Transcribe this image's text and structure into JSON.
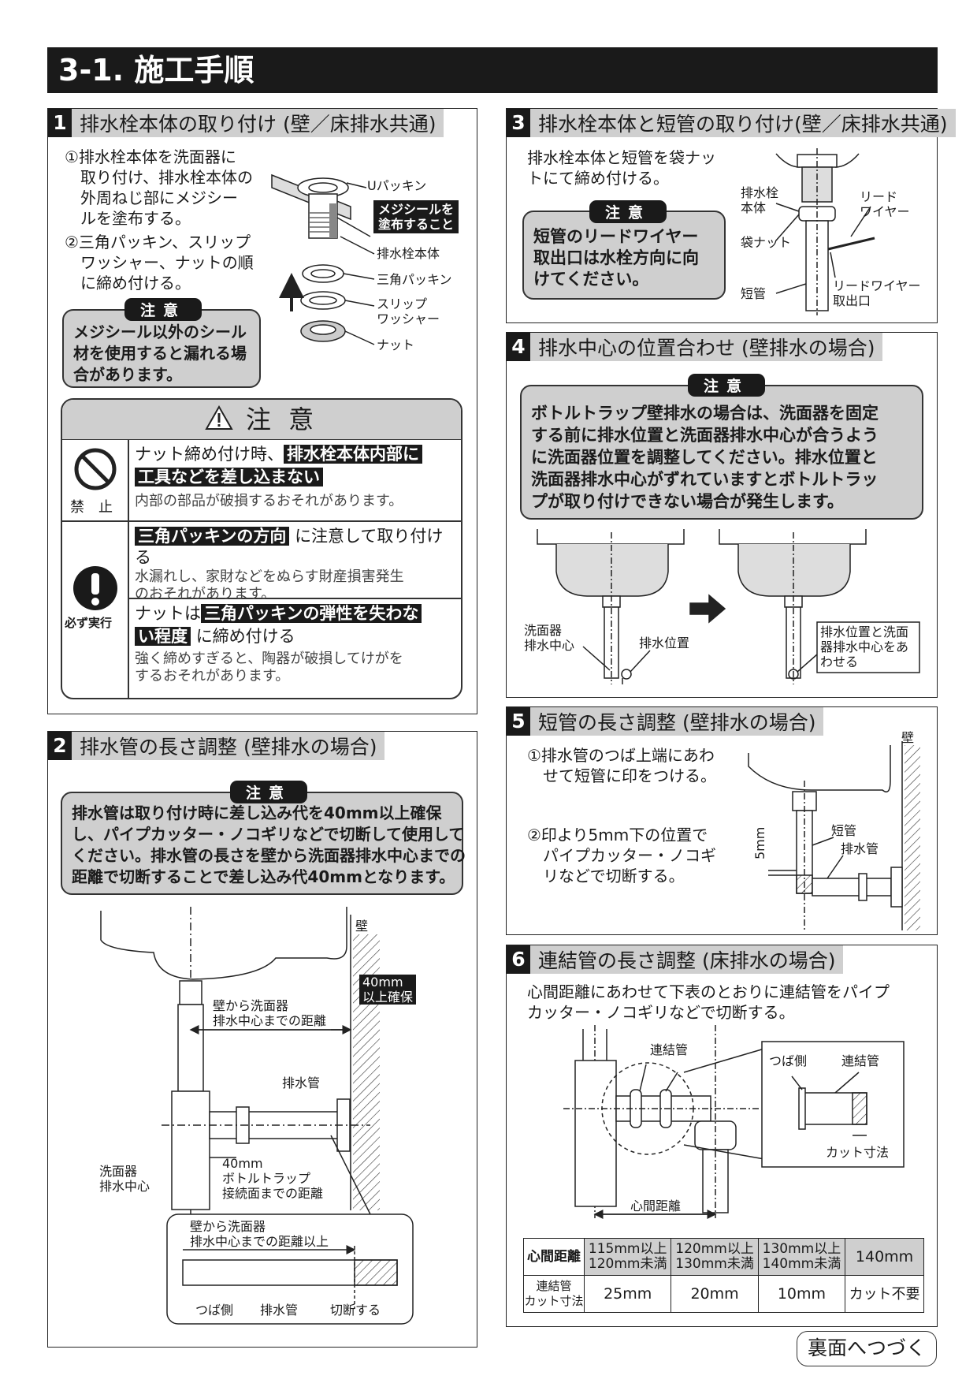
{
  "page_title": "3-1. 施工手順",
  "sections": {
    "s1": {
      "num": "1",
      "title": "排水栓本体の取り付け (壁／床排水共通)",
      "step1": "①排水栓本体を洗面器に\n　取り付け、排水栓本体の\n　外周ねじ部にメジシー\n　ルを塗布する。",
      "step2": "②三角パッキン、スリップ\n　ワッシャー、ナットの順\n　に締め付ける。",
      "note_label": "注意",
      "note_text": "メジシール以外のシール\n材を使用すると漏れる場\n合があります。",
      "labels": {
        "u_packing": "Uパッキン",
        "mejiseal": "メジシールを\n塗布すること",
        "drain_body": "排水栓本体",
        "triangle_packing": "三角パッキン",
        "slip_washer": "スリップ\nワッシャー",
        "nut": "ナット"
      },
      "caution": {
        "title": "注 意",
        "prohibit_label": "禁　止",
        "must_label": "必ず実行",
        "row1_a": "ナット締め付け時、",
        "row1_b": "排水栓本体内部に",
        "row1_c": "工具などを差し込まない",
        "row1_sub": "内部の部品が破損するおそれがあります。",
        "row2_a": "三角パッキンの方向",
        "row2_b": "に注意して取り付ける",
        "row2_sub": "水漏れし、家財などをぬらす財産損害発生\nのおそれがあります。",
        "row3_a": "ナットは",
        "row3_b": "三角パッキンの弾性を失わな",
        "row3_c": "い程度",
        "row3_d": "に締め付ける",
        "row3_sub": "強く締めすぎると、陶器が破損してけがを\nするおそれがあります。"
      }
    },
    "s2": {
      "num": "2",
      "title": "排水管の長さ調整 (壁排水の場合)",
      "note_label": "注意",
      "note_text": "排水管は取り付け時に差し込み代を40mm以上確保\nし、パイプカッター・ノコギリなどで切断して使用して\nください。排水管の長さを壁から洗面器排水中心までの\n距離で切断することで差し込み代40mmとなります。",
      "labels": {
        "wall": "壁",
        "secure": "40mm\n以上確保",
        "dist": "壁から洗面器\n排水中心までの距離",
        "drain_pipe": "排水管",
        "basin_center": "洗面器\n排水中心",
        "trap_dist": "40mm\nボトルトラップ\n接続面までの距離",
        "box_dist": "壁から洗面器\n排水中心までの距離以上",
        "flange_side": "つば側",
        "box_pipe": "排水管",
        "cut": "切断する"
      }
    },
    "s3": {
      "num": "3",
      "title": "排水栓本体と短管の取り付け(壁／床排水共通)",
      "text": "排水栓本体と短管を袋ナッ\nトにて締め付ける。",
      "note_label": "注意",
      "note_text": "短管のリードワイヤー\n取出口は水栓方向に向\nけてください。",
      "labels": {
        "drain_body": "排水栓\n本体",
        "lead_wire": "リード\nワイヤー",
        "cap_nut": "袋ナット",
        "short_pipe": "短管",
        "lead_outlet": "リードワイヤー\n取出口"
      }
    },
    "s4": {
      "num": "4",
      "title": "排水中心の位置合わせ (壁排水の場合)",
      "note_label": "注意",
      "note_text": "ボトルトラップ壁排水の場合は、洗面器を固定\nする前に排水位置と洗面器排水中心が合うよう\nに洗面器位置を調整してください。排水位置と\n洗面器排水中心がずれていますとボトルトラッ\nプが取り付けできない場合が発生します。",
      "labels": {
        "basin_center": "洗面器\n排水中心",
        "drain_pos": "排水位置",
        "align": "排水位置と洗面\n器排水中心をあ\nわせる"
      }
    },
    "s5": {
      "num": "5",
      "title": "短管の長さ調整 (壁排水の場合)",
      "step1": "①排水管のつば上端にあわ\n　せて短管に印をつける。",
      "step2": "②印より5mm下の位置で\n　パイプカッター・ノコギ\n　リなどで切断する。",
      "labels": {
        "wall": "壁",
        "short_pipe": "短管",
        "drain_pipe": "排水管",
        "five_mm": "5mm"
      }
    },
    "s6": {
      "num": "6",
      "title": "連結管の長さ調整 (床排水の場合)",
      "text": "心間距離にあわせて下表のとおりに連結管をパイプ\nカッター・ノコギリなどで切断する。",
      "labels": {
        "connector": "連結管",
        "flange_side": "つば側",
        "inset_connector": "連結管",
        "cut_size": "カット寸法",
        "center_dist": "心間距離"
      },
      "table": {
        "row_headers": [
          "心間距離",
          "連結管\nカット寸法"
        ],
        "ranges": [
          "115mm以上\n120mm未満",
          "120mm以上\n130mm未満",
          "130mm以上\n140mm未満",
          "140mm"
        ],
        "cuts": [
          "25mm",
          "20mm",
          "10mm",
          "カット不要"
        ]
      }
    }
  },
  "continue_label": "裏面へつづく",
  "colors": {
    "dark": "#1a1a1a",
    "gray": "#cfcfcf"
  }
}
